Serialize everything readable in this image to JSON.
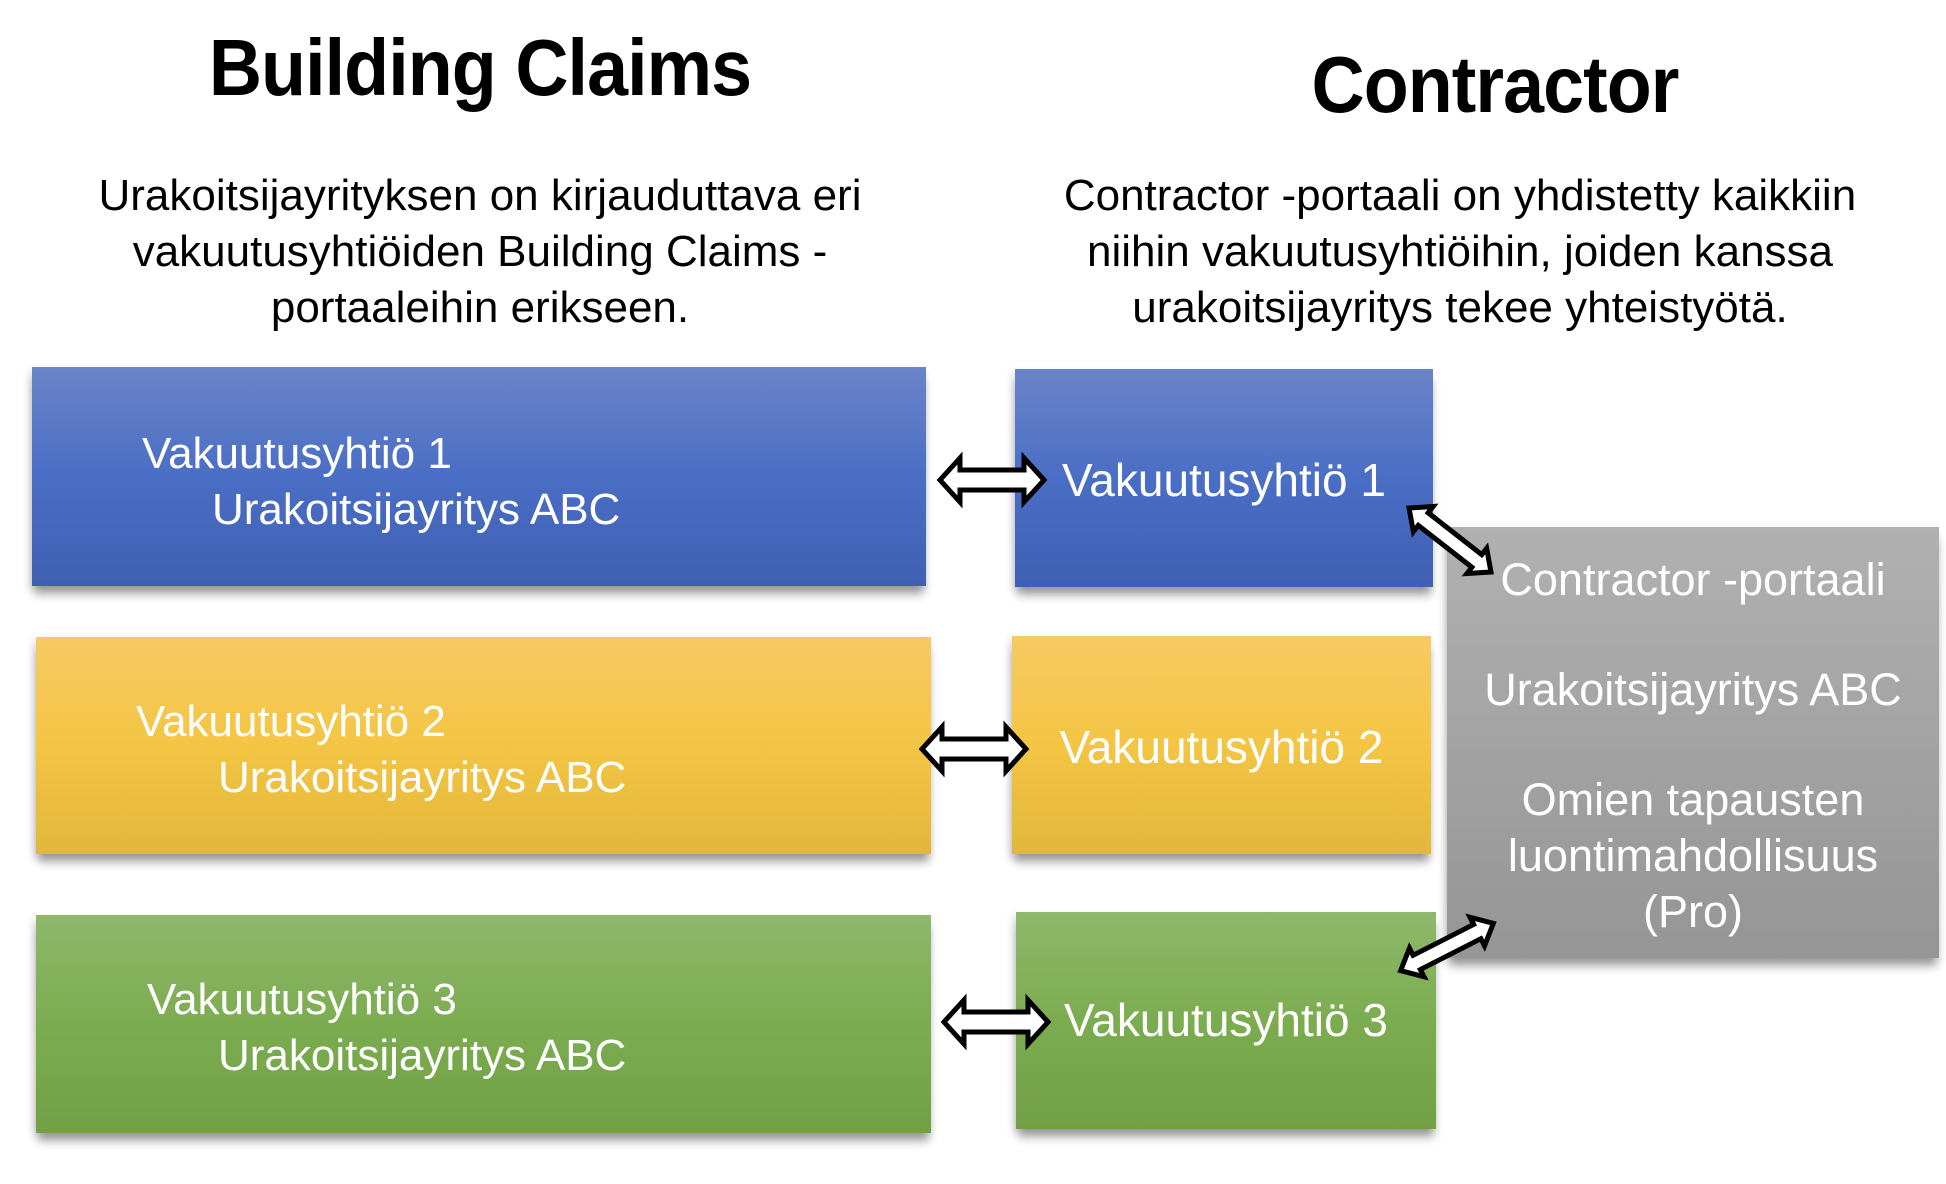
{
  "left_column": {
    "title": "Building Claims",
    "description_lines": [
      "Urakoitsijayrityksen on kirjauduttava eri",
      "vakuutusyhtiöiden Building Claims -",
      "portaaleihin erikseen."
    ],
    "boxes": [
      {
        "insurer": "Vakuutusyhtiö 1",
        "contractor": "Urakoitsijayritys ABC",
        "color": "#4a6ec5"
      },
      {
        "insurer": "Vakuutusyhtiö 2",
        "contractor": "Urakoitsijayritys ABC",
        "color": "#f4c544"
      },
      {
        "insurer": "Vakuutusyhtiö 3",
        "contractor": "Urakoitsijayritys ABC",
        "color": "#7cac50"
      }
    ]
  },
  "right_column": {
    "title": "Contractor",
    "description_lines": [
      "Contractor -portaali on yhdistetty kaikkiin",
      "niihin vakuutusyhtiöihin, joiden kanssa",
      "urakoitsijayritys tekee yhteistyötä."
    ],
    "insurers": [
      {
        "label": "Vakuutusyhtiö 1",
        "color": "#4a6ec5"
      },
      {
        "label": "Vakuutusyhtiö 2",
        "color": "#f4c544"
      },
      {
        "label": "Vakuutusyhtiö 3",
        "color": "#7cac50"
      }
    ],
    "portal": {
      "name": "Contractor -portaali",
      "contractor": "Urakoitsijayritys ABC",
      "feature_lines": [
        "Omien tapausten",
        "luontimahdollisuus",
        "(Pro)"
      ],
      "color": "#a3a3a3"
    }
  },
  "connections": [
    {
      "from": "Vakuutusyhtiö 1 / Urakoitsijayritys ABC",
      "to": "Vakuutusyhtiö 1",
      "type": "bidirectional"
    },
    {
      "from": "Vakuutusyhtiö 2 / Urakoitsijayritys ABC",
      "to": "Vakuutusyhtiö 2",
      "type": "bidirectional"
    },
    {
      "from": "Vakuutusyhtiö 3 / Urakoitsijayritys ABC",
      "to": "Vakuutusyhtiö 3",
      "type": "bidirectional"
    },
    {
      "from": "Vakuutusyhtiö 1",
      "to": "Contractor -portaali",
      "type": "bidirectional"
    },
    {
      "from": "Vakuutusyhtiö 3",
      "to": "Contractor -portaali",
      "type": "bidirectional"
    }
  ]
}
